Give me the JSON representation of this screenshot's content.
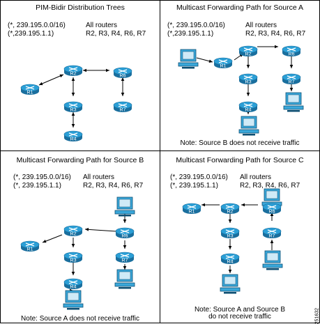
{
  "panels": [
    {
      "title": "PIM-Bidir Distribution Trees",
      "map_groups": [
        "(*, 239.195.0.0/16)",
        "(*,239.195.1.1)"
      ],
      "map_routers": [
        "All routers",
        "R2, R3, R4, R6, R7"
      ],
      "note": [],
      "routers": [
        "R1",
        "R2",
        "R3",
        "R4",
        "R6",
        "R7"
      ]
    },
    {
      "title": "Multicast Forwarding Path for Source A",
      "map_groups": [
        "(*, 239.195.0.0/16)",
        "(*,239.195.1.1)"
      ],
      "map_routers": [
        "All routers",
        "R2, R3, R4, R6, R7"
      ],
      "note": [
        "Note: Source B does not receive traffic"
      ],
      "routers": [
        "R1",
        "R2",
        "R3",
        "R4",
        "R6",
        "R7"
      ]
    },
    {
      "title": "Multicast Forwarding Path for Source B",
      "map_groups": [
        "(*, 239.195.0.0/16)",
        "(*, 239.195.1.1)"
      ],
      "map_routers": [
        "All routers",
        "R2, R3, R4, R6, R7"
      ],
      "note": [
        "Note: Source A does not receive traffic"
      ],
      "routers": [
        "R1",
        "R2",
        "R3",
        "R4",
        "R6",
        "R7"
      ]
    },
    {
      "title": "Multicast Forwarding Path for Source C",
      "map_groups": [
        "(*, 239.195.0.0/16)",
        "(*, 239.195.1.1)"
      ],
      "map_routers": [
        "All routers",
        "R2, R3, R4, R6, R7"
      ],
      "note": [
        "Note: Source A and Source B",
        "do not receive traffic"
      ],
      "routers": [
        "R1",
        "R2",
        "R3",
        "R4",
        "R6",
        "R7"
      ]
    }
  ],
  "figure_id": "251632",
  "colors": {
    "router": "#2b9fd6",
    "router_dark": "#1a6f9e",
    "pc": "#3aa7d9",
    "line": "#000000"
  }
}
